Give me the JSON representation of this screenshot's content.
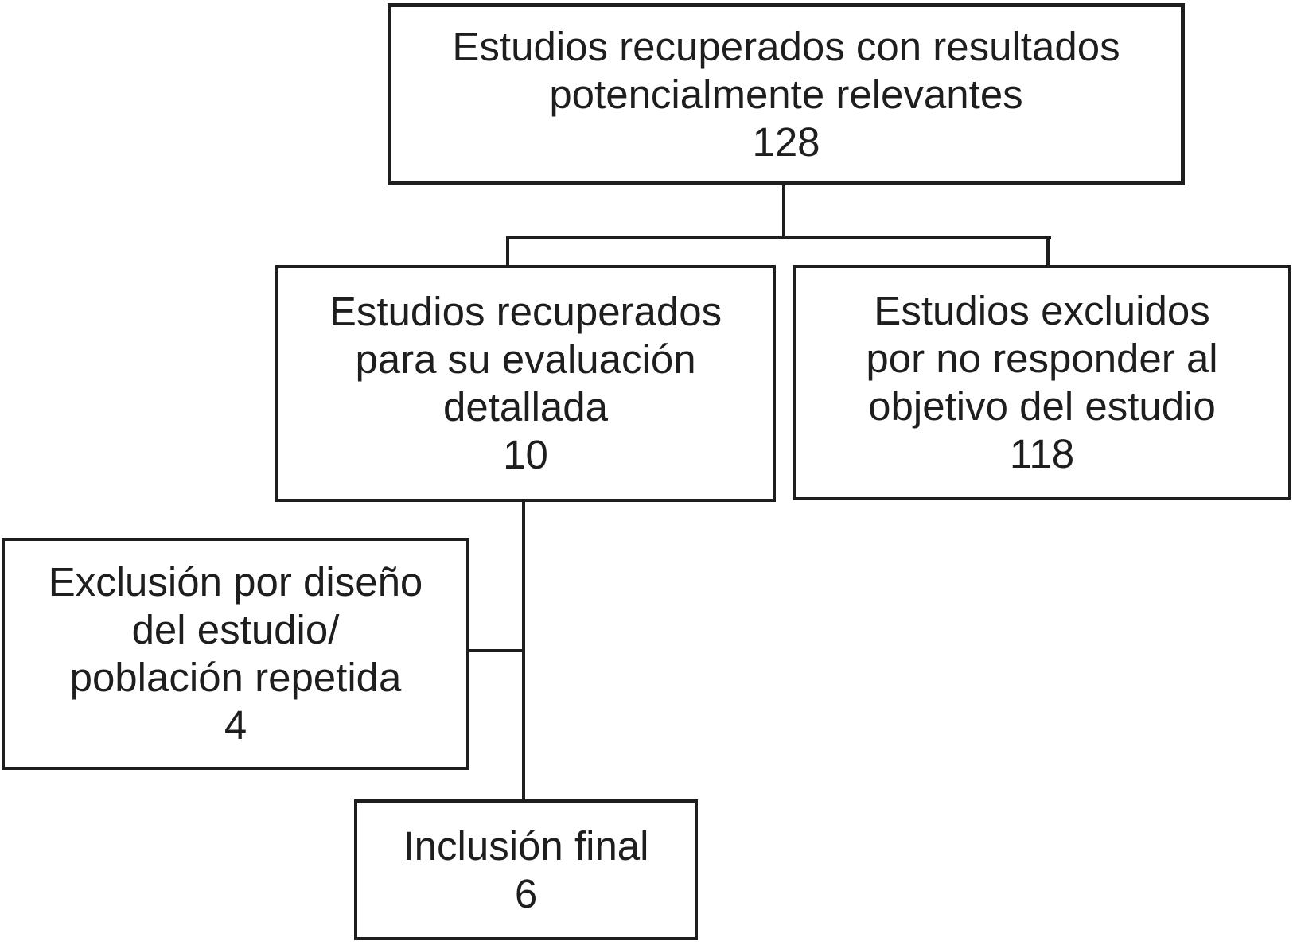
{
  "diagram": {
    "type": "flowchart",
    "language": "es",
    "background_color": "#ffffff",
    "line_color": "#1e1e1e",
    "text_color": "#1e1e1e",
    "boxes": {
      "top": {
        "lines": [
          "Estudios recuperados con resultados",
          "potencialmente relevantes",
          "128"
        ],
        "count": 128
      },
      "evaluated": {
        "lines": [
          "Estudios recuperados",
          "para su evaluación",
          "detallada",
          "10"
        ],
        "count": 10
      },
      "excluded": {
        "lines": [
          "Estudios excluidos",
          "por no responder al",
          "objetivo del estudio",
          "118"
        ],
        "count": 118
      },
      "design_exclusion": {
        "lines": [
          "Exclusión por diseño",
          "del estudio/",
          "población repetida",
          "4"
        ],
        "count": 4
      },
      "final": {
        "lines": [
          "Inclusión final",
          "6"
        ],
        "count": 6
      }
    },
    "edges": [
      {
        "from": "top",
        "to": "evaluated"
      },
      {
        "from": "top",
        "to": "excluded"
      },
      {
        "from": "evaluated",
        "to": "final"
      },
      {
        "from": "design_exclusion",
        "to": "evaluated-final-stem"
      }
    ]
  }
}
